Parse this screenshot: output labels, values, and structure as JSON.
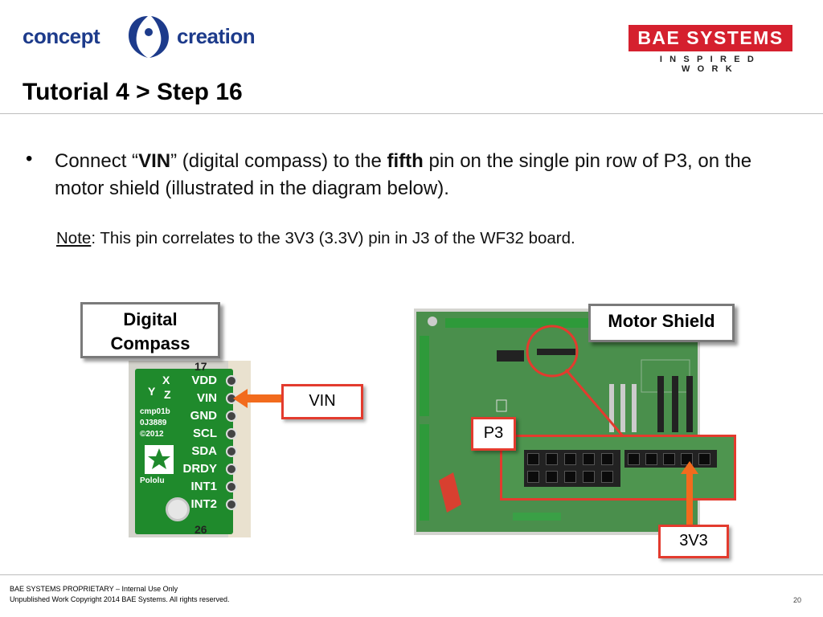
{
  "header": {
    "logo_left_part1": "concept",
    "logo_left_part2": "creation",
    "logo_right_name": "BAE SYSTEMS",
    "logo_right_tagline": "INSPIRED WORK",
    "title": "Tutorial 4 > Step 16"
  },
  "body": {
    "bullet_symbol": "•",
    "bullet_pre": "Connect “",
    "bullet_bold1": "VIN",
    "bullet_mid": "” (digital compass) to the ",
    "bullet_bold2": "fifth",
    "bullet_post": " pin on the single pin row of P3, on the motor shield (illustrated in the diagram below).",
    "note_label": "Note",
    "note_text": ": This pin correlates to the 3V3 (3.3V) pin in J3 of the WF32 board."
  },
  "compass_image": {
    "label_line1": "Digital",
    "label_line2": "Compass",
    "callout": "VIN",
    "pin_labels": [
      "VDD",
      "VIN",
      "GND",
      "SCL",
      "SDA",
      "DRDY",
      "INT1",
      "INT2"
    ],
    "board_text": [
      "cmp01b",
      "0J3889",
      "©2012",
      "Pololu"
    ],
    "axis_x": "X",
    "axis_y": "Y",
    "axis_z": "Z",
    "num_top": "17",
    "num_bottom": "26"
  },
  "shield_image": {
    "label": "Motor Shield",
    "callout_p3": "P3",
    "callout_3v3": "3V3"
  },
  "footer": {
    "line1": "BAE SYSTEMS PROPRIETARY – Internal Use Only",
    "line2": "Unpublished Work Copyright 2014 BAE Systems. All rights reserved.",
    "page_number": "20"
  },
  "colors": {
    "accent_red": "#e33b2e",
    "bae_red": "#d5202e",
    "concept_blue": "#1d3b8b",
    "arrow_orange": "#f26b1d"
  }
}
